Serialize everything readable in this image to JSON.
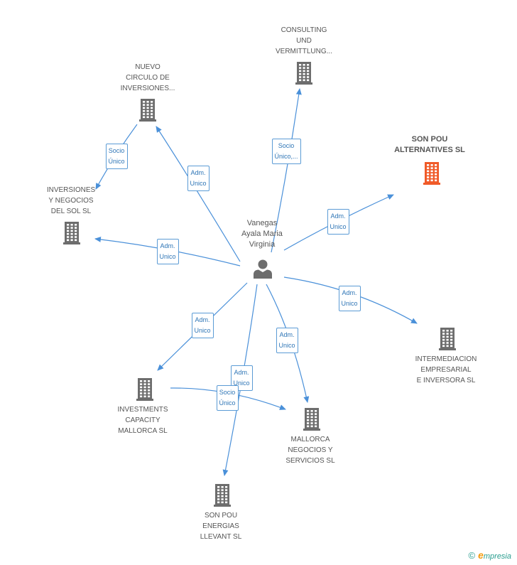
{
  "colors": {
    "edge": "#4a90d9",
    "building_default": "#6d6d6d",
    "building_highlight": "#f05a28",
    "person": "#6d6d6d",
    "label_border": "#5b9bd5",
    "label_text": "#2e75b6"
  },
  "center": {
    "lines": [
      "Vanegas",
      "Ayala Maria",
      "Virginia"
    ],
    "icon": "person-icon"
  },
  "nodes": [
    {
      "id": "consulting",
      "lines": [
        "CONSULTING",
        "UND",
        "VERMITTLUNG..."
      ],
      "highlight": false
    },
    {
      "id": "nuevo",
      "lines": [
        "NUEVO",
        "CIRCULO DE",
        "INVERSIONES..."
      ],
      "highlight": false
    },
    {
      "id": "sonpou_alt",
      "lines": [
        "SON POU",
        "ALTERNATIVES SL"
      ],
      "highlight": true
    },
    {
      "id": "inversiones",
      "lines": [
        "INVERSIONES",
        "Y NEGOCIOS",
        "DEL SOL SL"
      ],
      "highlight": false
    },
    {
      "id": "intermediacion",
      "lines": [
        "INTERMEDIACION",
        "EMPRESARIAL",
        "E INVERSORA SL"
      ],
      "highlight": false
    },
    {
      "id": "investments",
      "lines": [
        "INVESTMENTS",
        "CAPACITY",
        "MALLORCA SL"
      ],
      "highlight": false
    },
    {
      "id": "mallorca",
      "lines": [
        "MALLORCA",
        "NEGOCIOS Y",
        "SERVICIOS  SL"
      ],
      "highlight": false
    },
    {
      "id": "sonpou_ene",
      "lines": [
        "SON POU",
        "ENERGIAS",
        "LLEVANT SL"
      ],
      "highlight": false
    }
  ],
  "edges": [
    {
      "from": "center",
      "to": "consulting",
      "lines": [
        "Socio",
        "Único,..."
      ]
    },
    {
      "from": "center",
      "to": "nuevo",
      "lines": [
        "Adm.",
        "Unico"
      ]
    },
    {
      "from": "nuevo",
      "to": "inversiones",
      "lines": [
        "Socio",
        "Único"
      ]
    },
    {
      "from": "center",
      "to": "sonpou_alt",
      "lines": [
        "Adm.",
        "Unico"
      ]
    },
    {
      "from": "center",
      "to": "inversiones",
      "lines": [
        "Adm.",
        "Unico"
      ]
    },
    {
      "from": "center",
      "to": "intermediacion",
      "lines": [
        "Adm.",
        "Unico"
      ]
    },
    {
      "from": "center",
      "to": "investments",
      "lines": [
        "Adm.",
        "Unico"
      ]
    },
    {
      "from": "center",
      "to": "mallorca",
      "lines": [
        "Adm.",
        "Unico"
      ]
    },
    {
      "from": "center",
      "to": "sonpou_ene",
      "lines": [
        "Adm.",
        "Unico"
      ]
    },
    {
      "from": "investments",
      "to": "mallorca",
      "lines": [
        "Socio",
        "Único"
      ]
    }
  ],
  "watermark": {
    "copyright": "©",
    "brand_initial": "e",
    "brand_rest": "mpresia"
  }
}
